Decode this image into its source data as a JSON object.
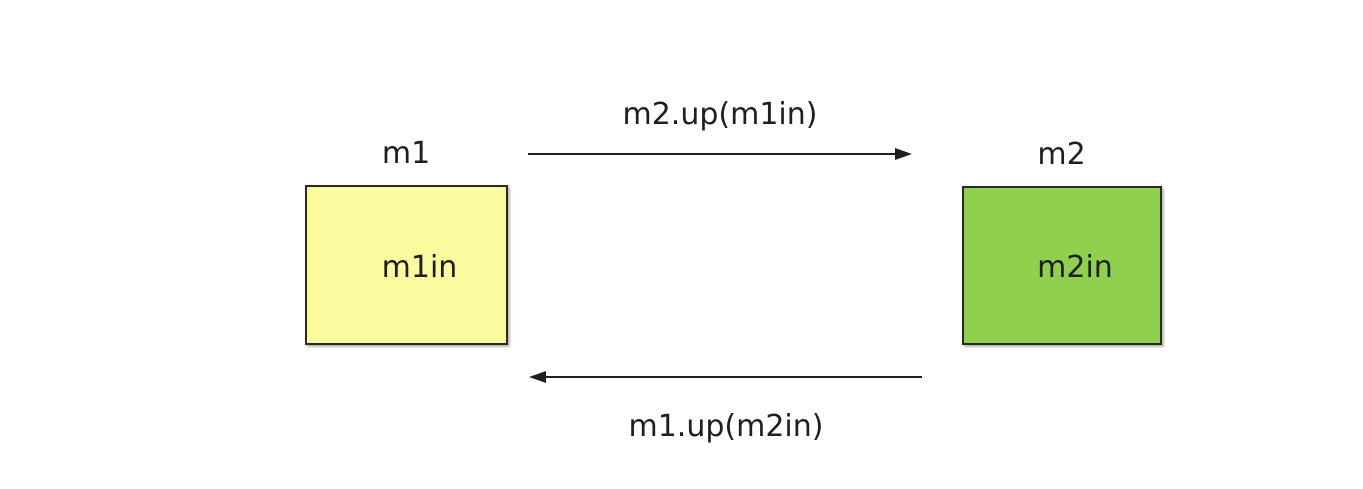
{
  "page": {
    "background": "#ffffff"
  },
  "diagram": {
    "stroke_color": "#1f1f1f",
    "text_color": "#1f1f1f",
    "nodes": [
      {
        "id": "m1",
        "title": "m1",
        "content": "m1in",
        "fill": "#fafa9e",
        "border": "#2a2a20"
      },
      {
        "id": "m2",
        "title": "m2",
        "content": "m2in",
        "fill": "#8fd04f",
        "border": "#2a2a20"
      }
    ],
    "edges": [
      {
        "label": "m2.up(m1in)",
        "from": "m1",
        "to": "m2",
        "direction": "right"
      },
      {
        "label": "m1.up(m2in)",
        "from": "m2",
        "to": "m1",
        "direction": "left"
      }
    ]
  }
}
